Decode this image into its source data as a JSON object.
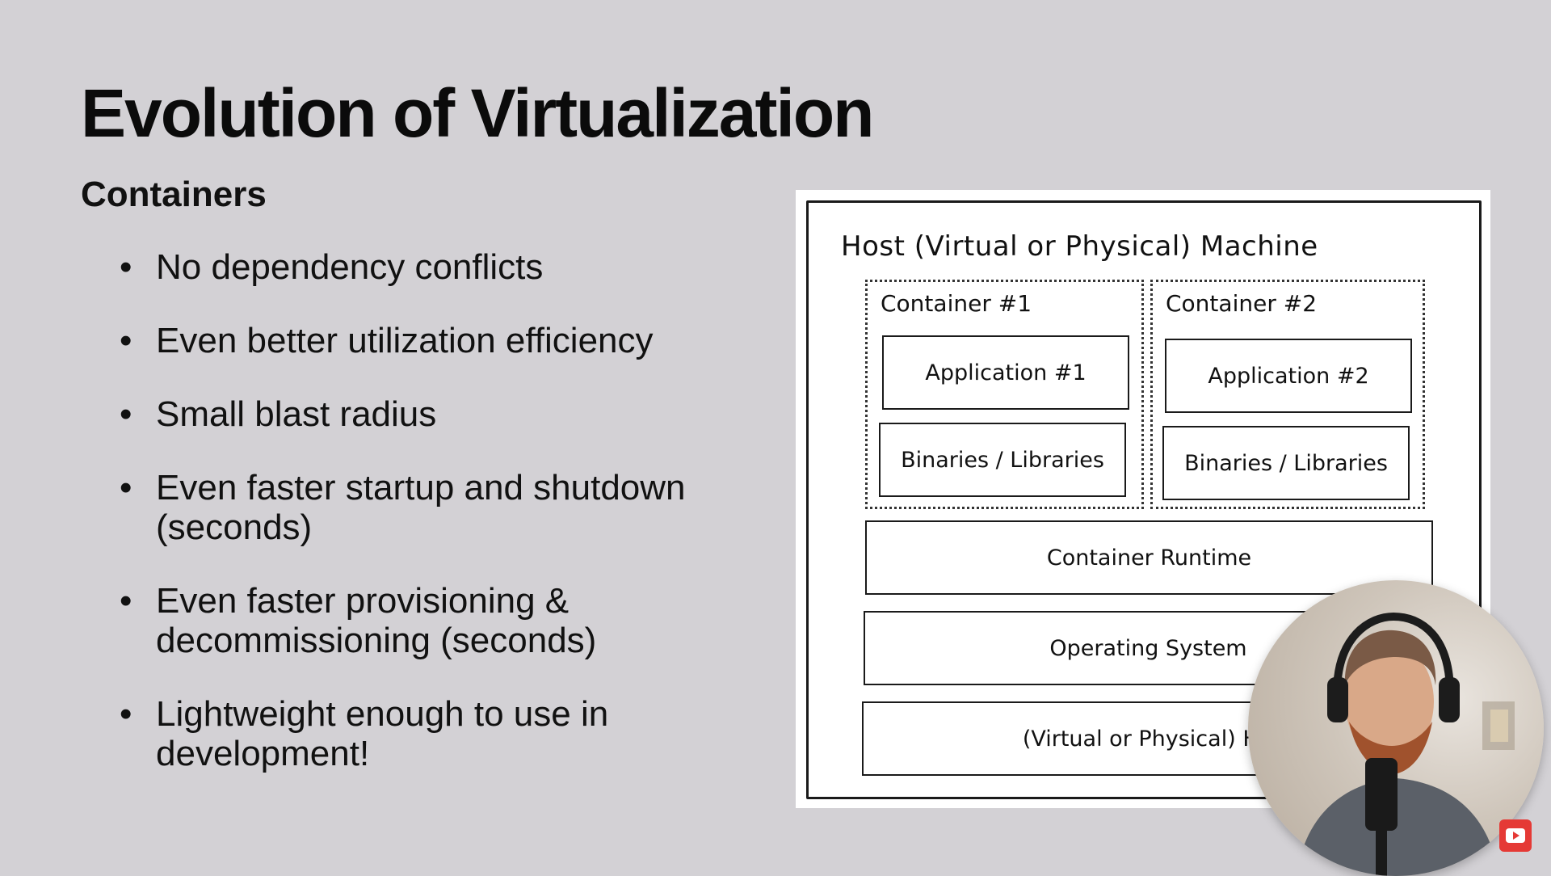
{
  "slide": {
    "title": "Evolution of Virtualization",
    "subheading": "Containers",
    "bullets": [
      "No dependency conflicts",
      "Even better utilization efficiency",
      "Small blast radius",
      "Even faster startup and shutdown (seconds)",
      "Even faster provisioning & decommissioning (seconds)",
      "Lightweight enough to use in development!"
    ]
  },
  "diagram": {
    "host_label": "Host (Virtual or Physical) Machine",
    "containers": [
      {
        "label": "Container #1",
        "application": "Application #1",
        "binaries": "Binaries / Libraries"
      },
      {
        "label": "Container #2",
        "application": "Application #2",
        "binaries": "Binaries / Libraries"
      }
    ],
    "layers": {
      "runtime": "Container Runtime",
      "os": "Operating System",
      "hardware": "(Virtual or Physical) Ha"
    }
  },
  "overlay": {
    "webcam_icon": "presenter-webcam",
    "badge_icon": "youtube-subscribe-icon",
    "badge_color": "#e53935"
  }
}
